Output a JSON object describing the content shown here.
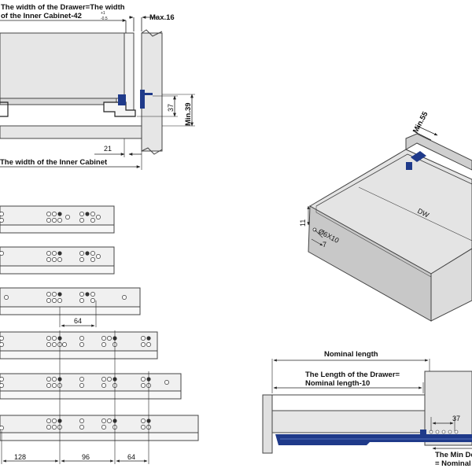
{
  "drawing": {
    "colors": {
      "panel": "#e6e6e6",
      "panel_dark": "#cfcfcf",
      "outline": "#444444",
      "rail_blue": "#1f3a8a",
      "line": "#222222"
    },
    "top_section": {
      "drawer_width_line1": "The width of the Drawer=The width",
      "drawer_width_line2": "of the Inner Cabinet-42",
      "tolerance_upper": "+1",
      "tolerance_lower": "-0.5",
      "max_label": "Max.16",
      "dim_37": "37",
      "min_39": "Min.39",
      "dim_21": "21",
      "inner_cabinet_label": "The width of the Inner Cabinet"
    },
    "iso_view": {
      "min_55": "Min.55",
      "dw": "DW",
      "dim_11": "11",
      "hole_label": "Ø6X10",
      "dim_7": "7"
    },
    "rails": {
      "dim_64_top": "64",
      "dim_128": "128",
      "dim_96": "96",
      "dim_64_bottom": "64"
    },
    "side_view": {
      "nominal_length": "Nominal length",
      "drawer_length_line1": "The Length of the Drawer=",
      "drawer_length_line2": "Nominal length-10",
      "dim_37": "37",
      "min_depth_line1": "The Min De",
      "min_depth_line2": "= Nominal"
    }
  }
}
